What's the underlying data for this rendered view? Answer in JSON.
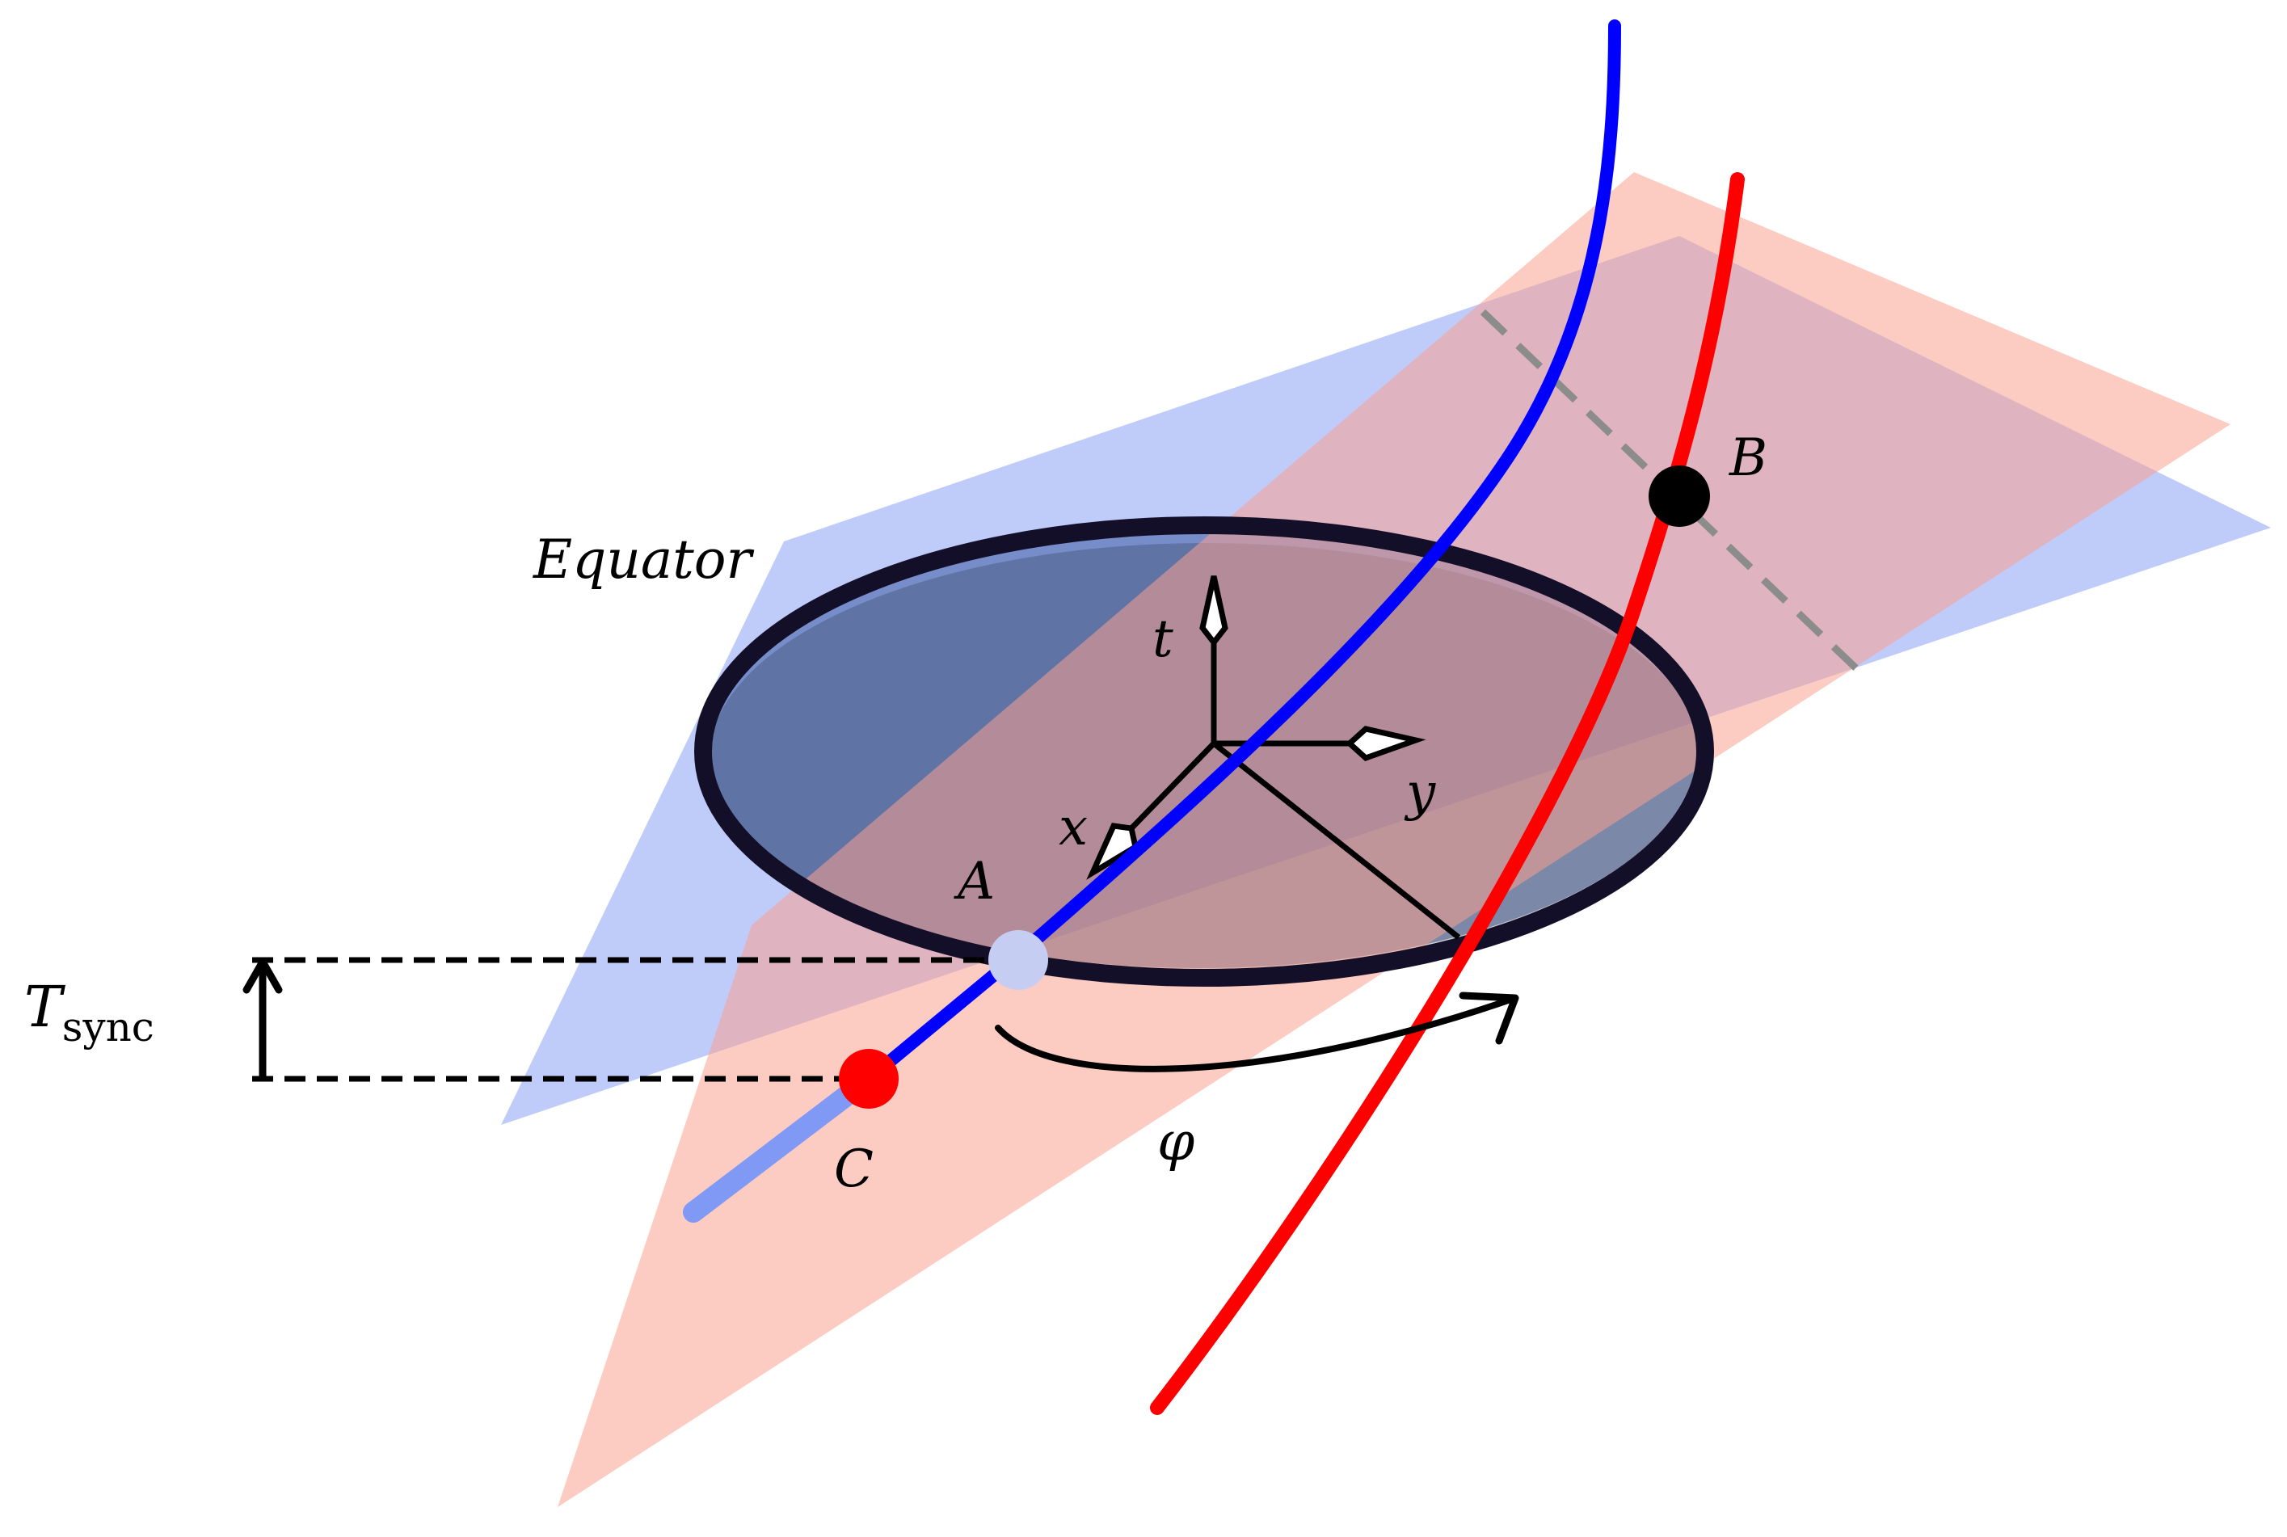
{
  "labels": {
    "equator": "Equator",
    "t_axis": "t",
    "x_axis": "x",
    "y_axis": "y",
    "point_a": "A",
    "point_b": "B",
    "point_c": "C",
    "phi": "φ",
    "tsync_main": "T",
    "tsync_sub": "sync"
  },
  "colors": {
    "blue_plane": "#7f99f5",
    "red_plane": "#f9a090",
    "blue_worldline": "#0000ff",
    "blue_worldline_past": "#7f99f5",
    "red_worldline": "#ff0000",
    "point_a": "#c6cdf3",
    "point_b": "#000000",
    "point_c": "#ff0000",
    "ellipse_fill": "#2e4d99",
    "dashed_grey": "#8c8c8c"
  }
}
